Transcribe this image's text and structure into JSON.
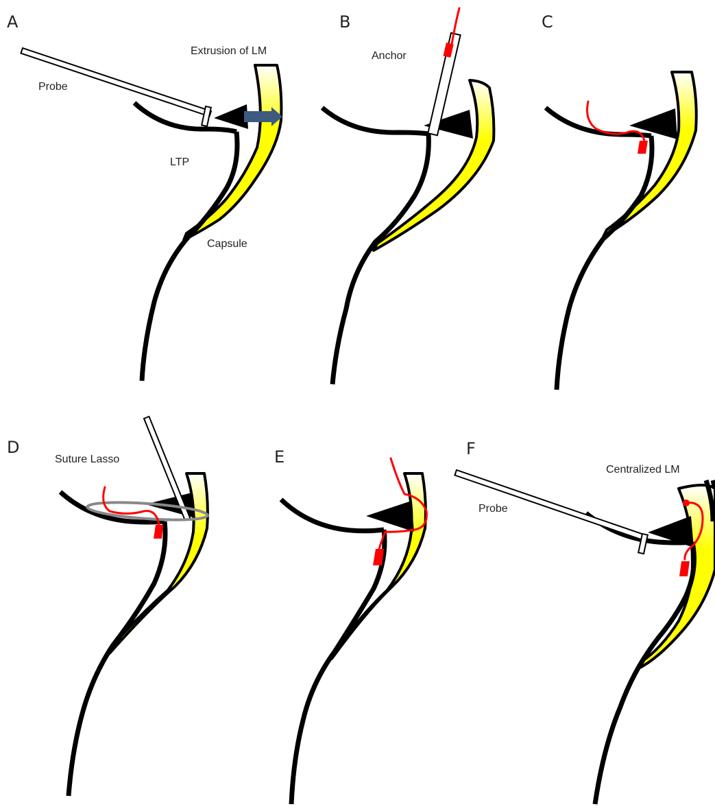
{
  "panels": [
    {
      "letter": "A",
      "labels": {
        "extrusion": "Extrusion of LM",
        "probe": "Probe",
        "ltp": "LTP",
        "capsule": "Capsule"
      }
    },
    {
      "letter": "B",
      "labels": {
        "anchor": "Anchor"
      }
    },
    {
      "letter": "C",
      "labels": {}
    },
    {
      "letter": "D",
      "labels": {
        "lasso": "Suture Lasso"
      }
    },
    {
      "letter": "E",
      "labels": {}
    },
    {
      "letter": "F",
      "labels": {
        "centralized": "Centralized LM",
        "probe": "Probe"
      }
    }
  ],
  "colors": {
    "meniscus_yellow": "#ffff00",
    "suture_red": "#ff0000",
    "arrow_blue": "#3d5a80",
    "lasso_gray": "#888888",
    "outline_black": "#000000"
  }
}
